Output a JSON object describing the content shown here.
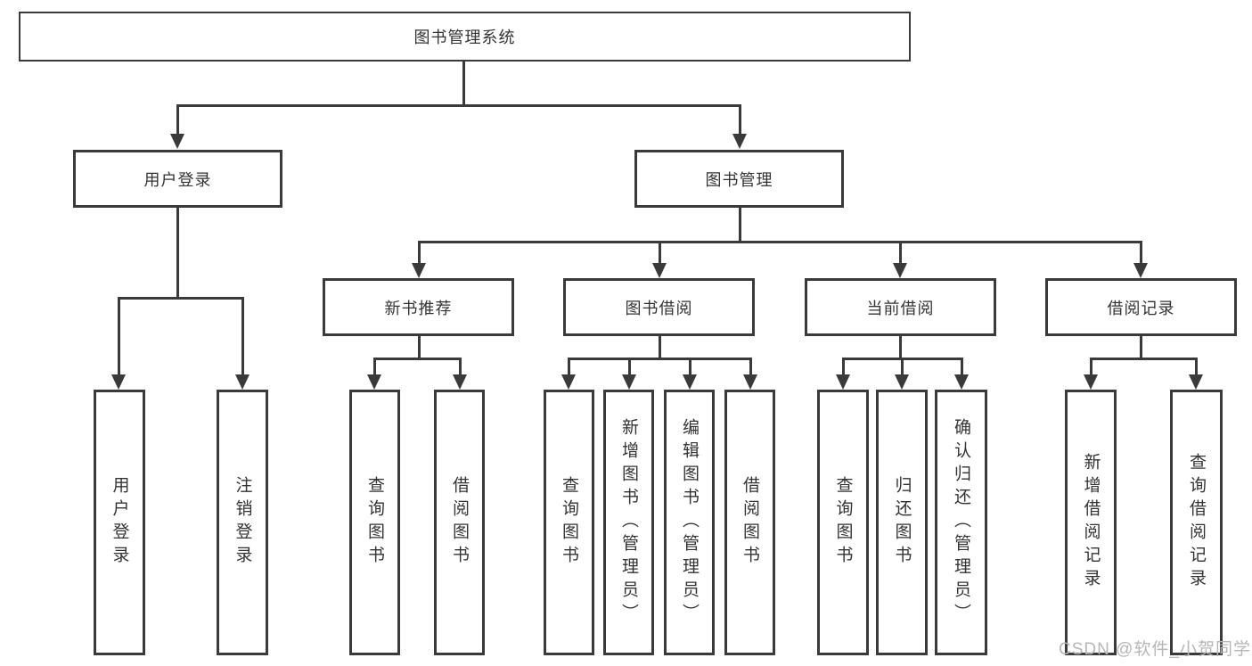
{
  "diagram": {
    "root": "图书管理系统",
    "level2": [
      "用户登录",
      "图书管理"
    ],
    "level3": [
      "新书推荐",
      "图书借阅",
      "当前借阅",
      "借阅记录"
    ],
    "leaves": {
      "login": [
        "用户登录",
        "注销登录"
      ],
      "recommend": [
        "查询图书",
        "借阅图书"
      ],
      "borrow": [
        "查询图书",
        "新增图书（管理员）",
        "编辑图书（管理员）",
        "借阅图书"
      ],
      "current": [
        "查询图书",
        "归还图书",
        "确认归还（管理员）"
      ],
      "records": [
        "新增借阅记录",
        "查询借阅记录"
      ]
    }
  },
  "watermark": "CSDN @软件_小贺同学",
  "colors": {
    "line": "#3a3a3a",
    "text": "#333333",
    "background": "#ffffff",
    "watermark": "#b6b6b6"
  }
}
